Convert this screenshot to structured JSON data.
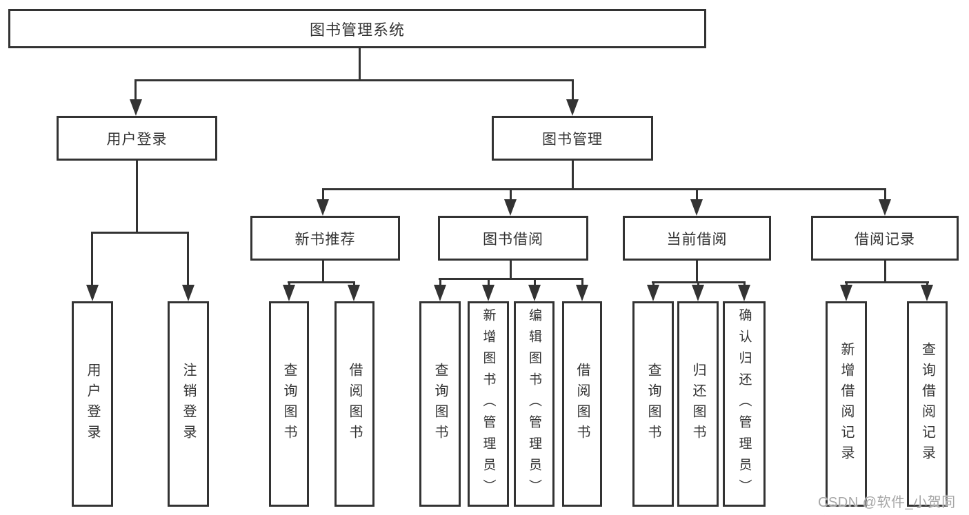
{
  "diagram_type": "hierarchy-tree",
  "tree": {
    "label": "图书管理系统",
    "children": [
      {
        "label": "用户登录",
        "children": [
          {
            "label": "用户登录"
          },
          {
            "label": "注销登录"
          }
        ]
      },
      {
        "label": "图书管理",
        "children": [
          {
            "label": "新书推荐",
            "children": [
              {
                "label": "查询图书"
              },
              {
                "label": "借阅图书"
              }
            ]
          },
          {
            "label": "图书借阅",
            "children": [
              {
                "label": "查询图书"
              },
              {
                "label": "新增图书（管理员）"
              },
              {
                "label": "编辑图书（管理员）"
              },
              {
                "label": "借阅图书"
              }
            ]
          },
          {
            "label": "当前借阅",
            "children": [
              {
                "label": "查询图书"
              },
              {
                "label": "归还图书"
              },
              {
                "label": "确认归还（管理员）"
              }
            ]
          },
          {
            "label": "借阅记录",
            "children": [
              {
                "label": "新增借阅记录"
              },
              {
                "label": "查询借阅记录"
              }
            ]
          }
        ]
      }
    ]
  },
  "watermark": "CSDN @软件_小贺同学",
  "colors": {
    "line": "#333333",
    "box_background": "#ffffff",
    "text": "#333333",
    "watermark": "#a6a6a6",
    "page_background": "#ffffff"
  }
}
